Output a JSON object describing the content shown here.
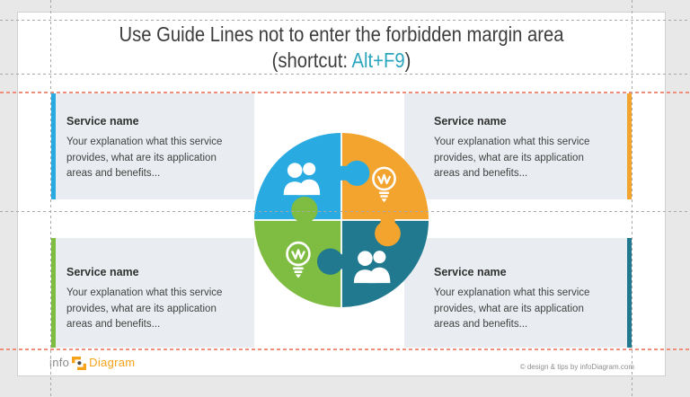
{
  "slide": {
    "title_line1": "Use Guide Lines not to enter the forbidden margin area",
    "title_line2_prefix": "(shortcut: ",
    "title_line2_keys": "Alt+F9",
    "title_line2_suffix": ")"
  },
  "services": [
    {
      "position": "top-left",
      "name": "Service name",
      "description_lines": [
        "Your explanation what this service",
        "provides, what are its application",
        "areas and benefits..."
      ]
    },
    {
      "position": "top-right",
      "name": "Service name",
      "description_lines": [
        "Your explanation what this service",
        "provides, what are its application",
        "areas and benefits..."
      ]
    },
    {
      "position": "bottom-left",
      "name": "Service name",
      "description_lines": [
        "Your explanation what this service",
        "provides, what are its application",
        "areas and benefits..."
      ]
    },
    {
      "position": "bottom-right",
      "name": "Service name",
      "description_lines": [
        "Your explanation what this service",
        "provides, what are its application",
        "areas and benefits..."
      ]
    }
  ],
  "puzzle": {
    "quadrants": [
      {
        "position": "top-left",
        "color": "blue",
        "icon": "people-icon"
      },
      {
        "position": "top-right",
        "color": "orange",
        "icon": "lightbulb-icon"
      },
      {
        "position": "bottom-left",
        "color": "green",
        "icon": "lightbulb-icon"
      },
      {
        "position": "bottom-right",
        "color": "teal",
        "icon": "people-icon"
      }
    ]
  },
  "footer": {
    "logo_info": "info",
    "logo_diagram": "Diagram",
    "copyright": "© design & tips by infoDiagram.com"
  },
  "colors": {
    "blue": "#29abe2",
    "orange": "#f2a42e",
    "green": "#7fbc42",
    "teal": "#20798f",
    "shortcut_accent": "#2aa5bd",
    "box_bg": "#e9edf1",
    "guide_gray": "#a8a8a8",
    "guide_orange": "#ef8f7b",
    "logo_orange": "#f6a31b"
  }
}
